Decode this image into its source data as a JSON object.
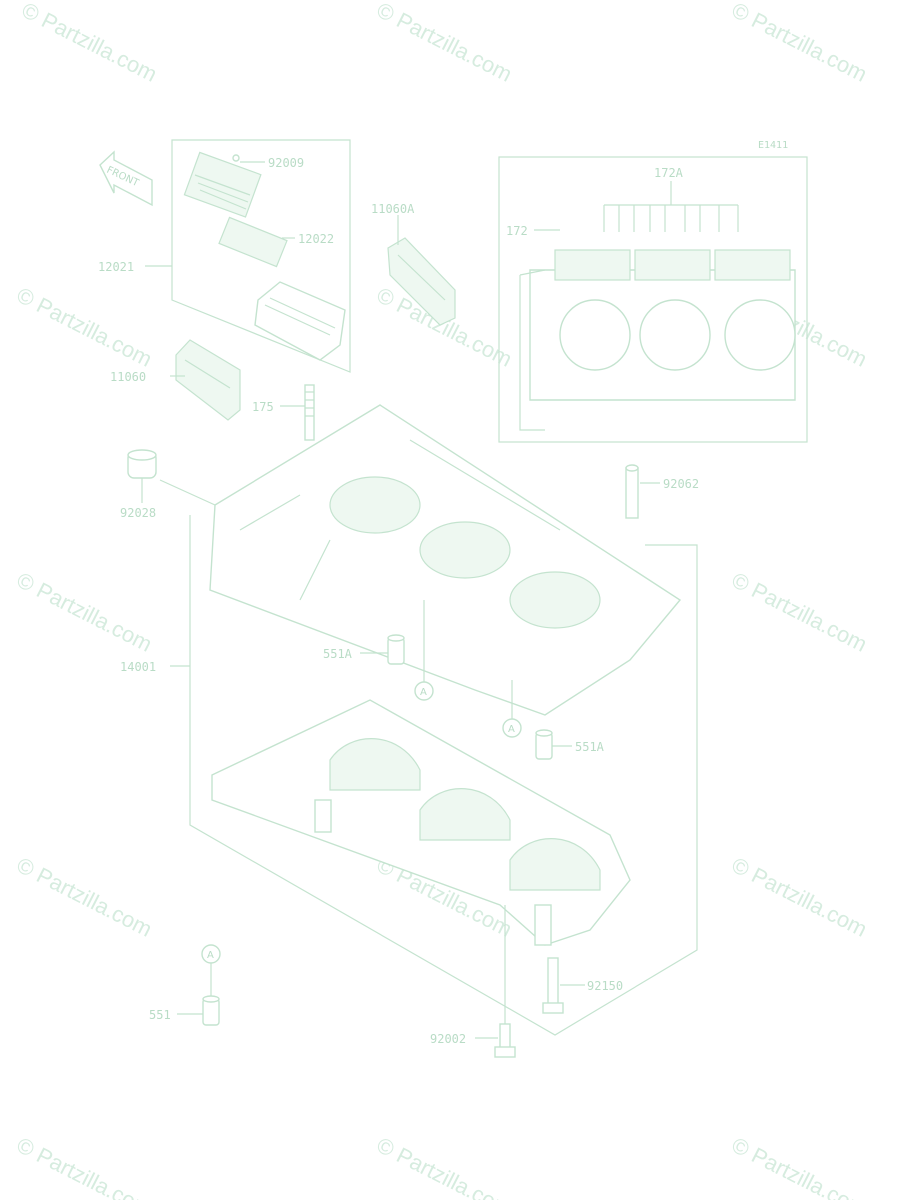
{
  "diagram": {
    "reference_id": "E1411",
    "watermark_text": "© Partzilla.com",
    "front_arrow_text": "FRONT",
    "callout_marker": "A",
    "colors": {
      "line": "#c4e3cf",
      "text": "#b9dcc6",
      "watermark": "#d6ecdf"
    },
    "labels": {
      "p92009": "92009",
      "p12022": "12022",
      "p12021": "12021",
      "p11060A": "11060A",
      "p11060": "11060",
      "p175": "175",
      "p172A": "172A",
      "p172": "172",
      "p92028": "92028",
      "p92062": "92062",
      "p14001": "14001",
      "p551A_left": "551A",
      "p551A_right": "551A",
      "p92150": "92150",
      "p551": "551",
      "p92002": "92002"
    }
  }
}
